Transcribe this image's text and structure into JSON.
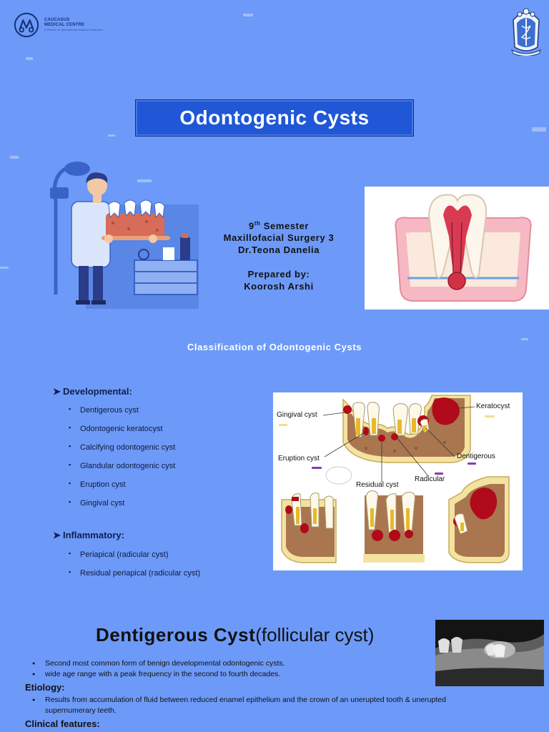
{
  "logo": {
    "line1": "CAUCASUS",
    "line2": "MEDICAL CENTRE",
    "line3": "A Member of International Hospital Federation"
  },
  "title": "Odontogenic Cysts",
  "intro": {
    "semester_num": "9",
    "semester_sup": "th",
    "semester_text": " Semester",
    "course": "Maxillofacial Surgery 3",
    "lecturer": "Dr.Teona Danelia",
    "prepared_label": "Prepared by:",
    "author": "Koorosh Arshi"
  },
  "classification_heading": "Classification of Odontogenic Cysts",
  "developmental": {
    "label": "Developmental:",
    "items": [
      "Dentigerous cyst",
      "Odontogenic keratocyst",
      "Calcifying odontogenic cyst",
      "Glandular odontogenic cyst",
      "Eruption cyst",
      "Gingival cyst"
    ]
  },
  "inflammatory": {
    "label": "Inflammatory:",
    "items": [
      "Periapical (radicular cyst)",
      "Residual periapical (radicular cyst)"
    ]
  },
  "diagram_labels": {
    "gingival": "Gingival cyst",
    "keratocyst": "Keratocyst",
    "eruption": "Eruption cyst",
    "dentigerous": "Dentigerous",
    "residual": "Residual cyst",
    "radicular": "Radicular"
  },
  "dentigerous": {
    "title_bold": "Dentigerous Cyst",
    "title_rest": "(follicular cyst)",
    "points": [
      "Second most common form of benign developmental odontogenic cysts.",
      "wide age range with a peak frequency in the second to fourth decades."
    ],
    "etiology_label": "Etiology:",
    "etiology_points": [
      "Results from accumulation of fluid between reduced enamel epithelium and the crown of an unerupted tooth & unerupted supernumerary teeth."
    ],
    "clinical_label": "Clinical features:"
  },
  "colors": {
    "background": "#6d9af8",
    "title_box": "#1f57d6",
    "cyst_red": "#c8102e"
  }
}
